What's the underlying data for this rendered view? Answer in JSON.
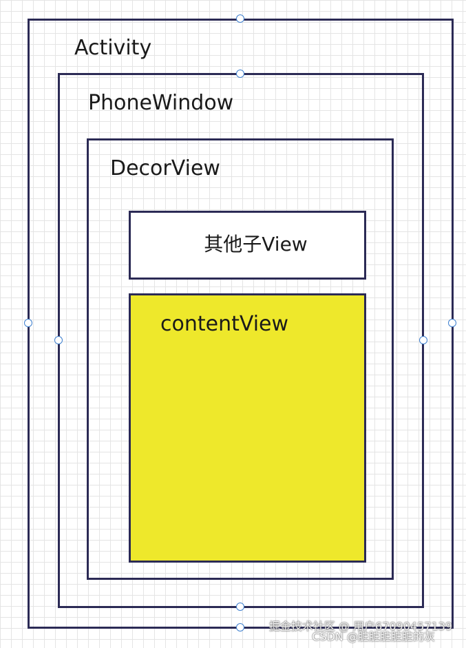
{
  "diagram": {
    "boxes": {
      "activity": {
        "label": "Activity"
      },
      "phone_window": {
        "label": "PhoneWindow"
      },
      "decor_view": {
        "label": "DecorView"
      },
      "other_child_view": {
        "label": "其他子View"
      },
      "content_view": {
        "label": "contentView",
        "fill_color": "#eee82b"
      }
    },
    "border_color": "#2b2a55",
    "handle_color": "#3d7fcf"
  },
  "watermarks": {
    "line1": "掘金技术社区 @ 用户67090457139",
    "line2": "CSDN @脏脏脏脏脏的灰"
  }
}
